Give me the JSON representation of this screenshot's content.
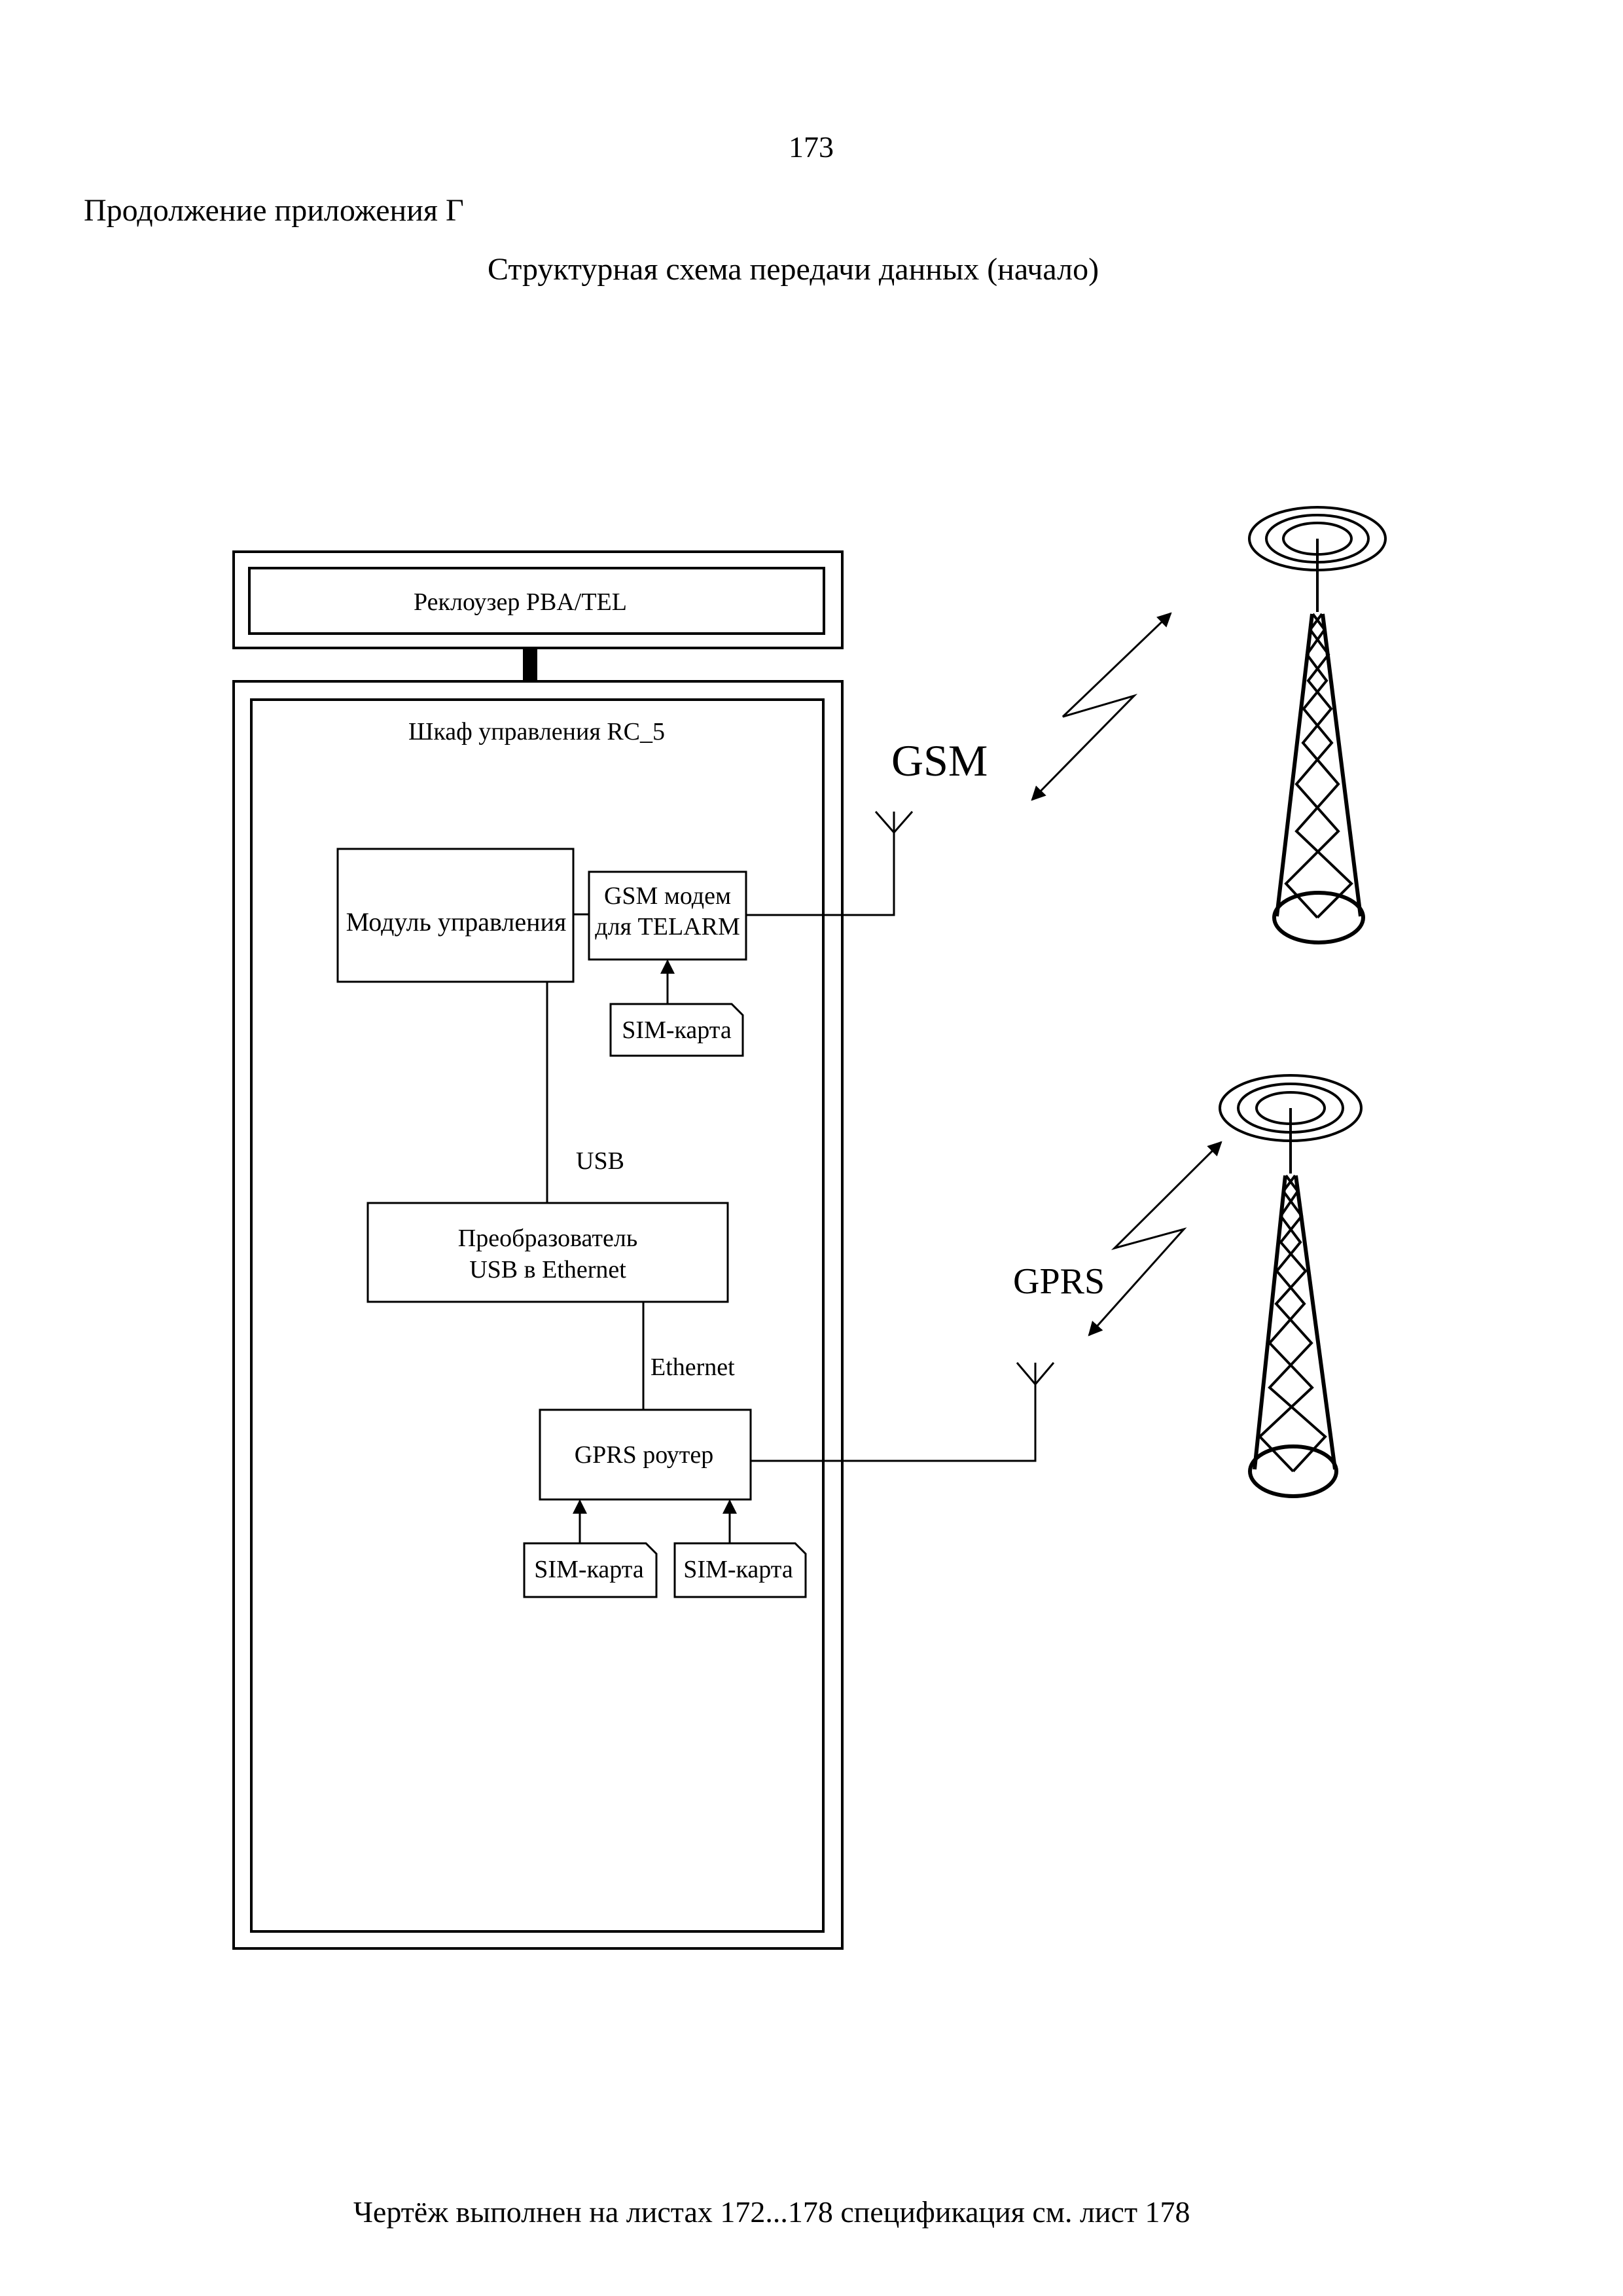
{
  "page": {
    "number": "173",
    "appendix": "Продолжение приложения Г",
    "title": "Структурная схема передачи данных (начало)",
    "footer": "Чертёж выполнен на листах 172...178 спецификация см. лист 178"
  },
  "diagram": {
    "recloser": "Реклоузер PBA/TEL",
    "cabinet": "Шкаф управления RC_5",
    "control_module": "Модуль управления",
    "gsm_modem_line1": "GSM модем",
    "gsm_modem_line2": "для TELARM",
    "sim_card_1": "SIM-карта",
    "link_usb": "USB",
    "converter_line1": "Преобразователь",
    "converter_line2": "USB в Ethernet",
    "link_ethernet": "Ethernet",
    "gprs_router": "GPRS роутер",
    "sim_card_2": "SIM-карта",
    "sim_card_3": "SIM-карта",
    "network_gsm": "GSM",
    "network_gprs": "GPRS"
  }
}
